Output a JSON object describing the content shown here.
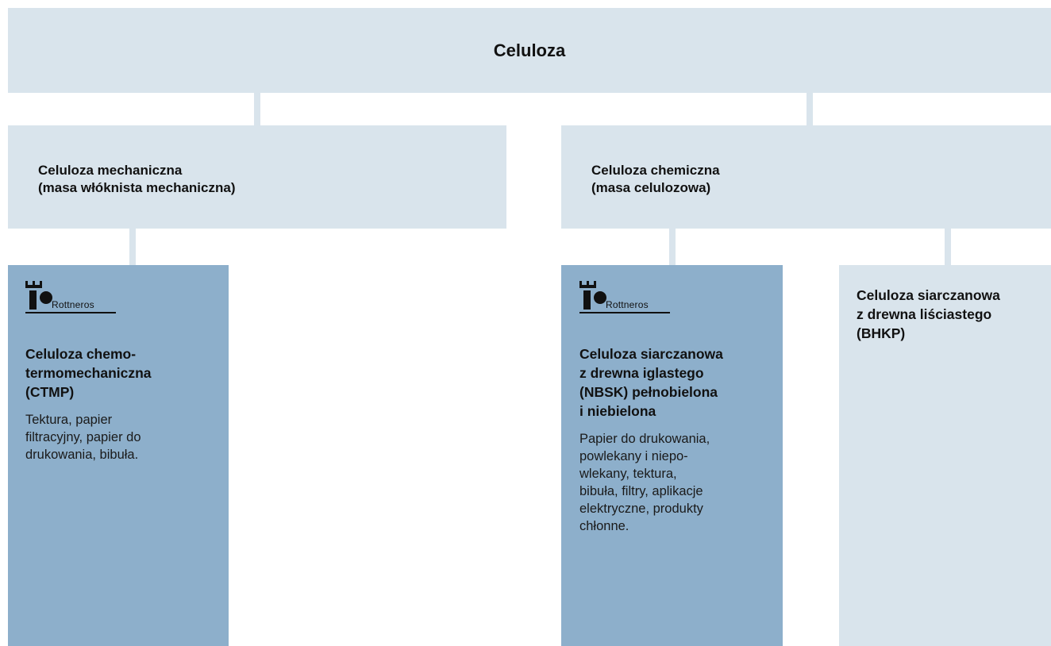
{
  "root": {
    "label": "Celuloza"
  },
  "branches": [
    {
      "title_line1": "Celuloza mechaniczna",
      "title_line2": "(masa włóknista mechaniczna)"
    },
    {
      "title_line1": "Celuloza chemiczna",
      "title_line2": "(masa celulozowa)"
    }
  ],
  "leaves": [
    {
      "logo": {
        "brand": "Rottneros",
        "icon": "rottneros-logo-icon"
      },
      "title_lines": [
        "Celuloza chemo-",
        "termomechaniczna",
        "(CTMP)"
      ],
      "desc_lines": [
        "Tektura, papier",
        "filtracyjny, papier do",
        "drukowania, bibuła."
      ]
    },
    {
      "logo": {
        "brand": "Rottneros",
        "icon": "rottneros-logo-icon"
      },
      "title_lines": [
        "Celuloza siarczanowa",
        "z drewna iglastego",
        "(NBSK) pełnobielona",
        "i niebielona"
      ],
      "desc_lines": [
        "Papier do drukowania,",
        "powlekany i niepo-",
        "wlekany, tektura,",
        "bibuła, filtry, aplikacje",
        "elektryczne, produkty",
        "chłonne."
      ]
    },
    {
      "title_lines": [
        "Celuloza siarczanowa",
        "z drewna liściastego",
        "(BHKP)"
      ]
    }
  ],
  "colors": {
    "light_box": "#d9e4ec",
    "highlight_box": "#8dafcb"
  }
}
